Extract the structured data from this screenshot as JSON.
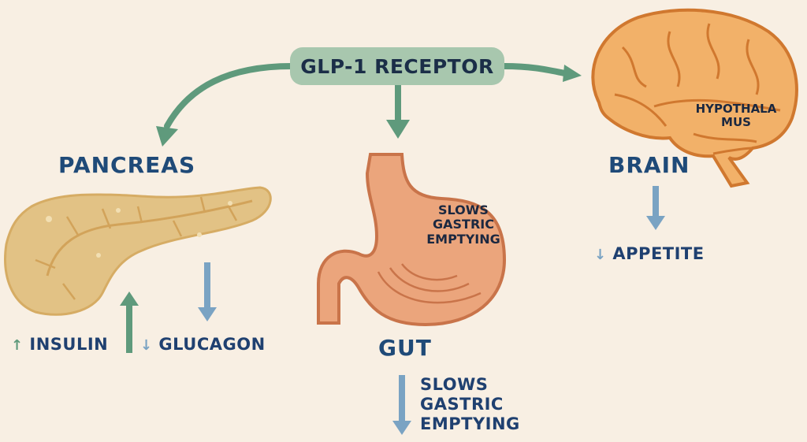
{
  "diagram": {
    "center_node": {
      "label": "GLP-1 RECEPTOR",
      "color": "#a8c7ae"
    },
    "organs": {
      "pancreas": {
        "title": "PANCREAS",
        "effects": [
          {
            "arrow": "↑",
            "label": "INSULIN",
            "direction": "up",
            "color": "#5f9a7c"
          },
          {
            "arrow": "↓",
            "label": "GLUCAGON",
            "direction": "down",
            "color": "#7aa3c3"
          }
        ]
      },
      "gut": {
        "title": "GUT",
        "inner_label_lines": [
          "SLOWS",
          "GASTRIC",
          "EMPTYING"
        ],
        "effect_lines": [
          "SLOWS",
          "GASTRIC",
          "EMPTYING"
        ],
        "effect_direction": "down"
      },
      "brain": {
        "title": "BRAIN",
        "region_label_lines": [
          "HYPOTHALA",
          "MUS"
        ],
        "effect": {
          "arrow": "↓",
          "label": "APPETITE",
          "direction": "down"
        }
      }
    },
    "colors": {
      "background": "#f8efe3",
      "connector": "#5f9a7c",
      "down_arrow": "#7aa3c3",
      "title_text": "#1f4a78",
      "pancreas_fill": "#e2c285",
      "stomach_fill": "#eba57c",
      "brain_fill": "#f2b169"
    }
  }
}
